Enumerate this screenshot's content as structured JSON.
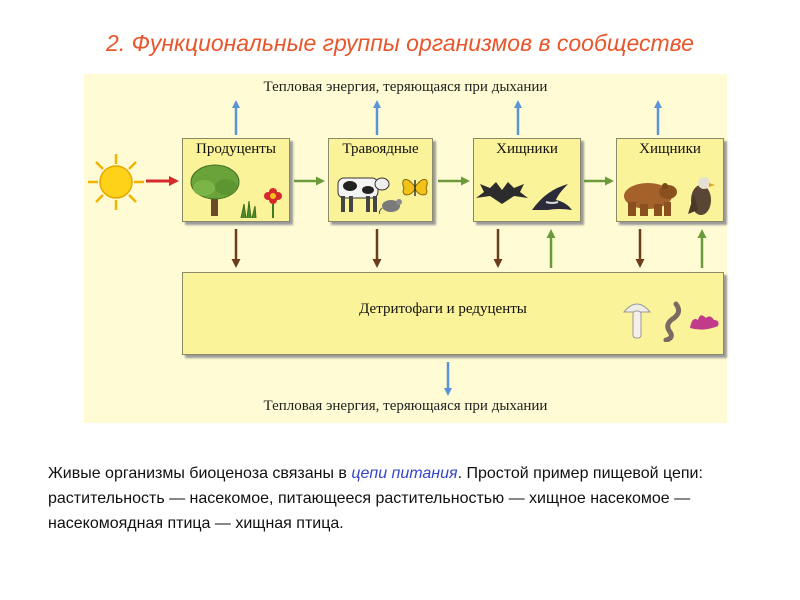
{
  "title": "2. Функциональные группы организмов в сообществе",
  "diagram": {
    "heat_top": "Тепловая энергия, теряющаяся при дыхании",
    "heat_bottom": "Тепловая энергия, теряющаяся при дыхании",
    "boxes": [
      {
        "label": "Продуценты"
      },
      {
        "label": "Травоядные"
      },
      {
        "label": "Хищники"
      },
      {
        "label": "Хищники"
      }
    ],
    "detritivores": {
      "label": "Детритофаги и редуценты"
    },
    "colors": {
      "panel_bg": "#fffcd5",
      "box_bg": "#fbf39a",
      "title": "#e8562a",
      "link": "#3344cc",
      "arrow_energy": "#5b95d8",
      "arrow_flow": "#6a9a3a",
      "arrow_decay": "#6b3d1a",
      "arrow_sun": "#d42a2a"
    },
    "icons": [
      "sun-icon",
      "tree-icon",
      "grass-icon",
      "flower-icon",
      "cow-icon",
      "mouse-icon",
      "butterfly-icon",
      "bat-icon",
      "bird-icon",
      "bear-icon",
      "eagle-icon",
      "mushroom-icon",
      "worm-icon",
      "fungi-icon"
    ]
  },
  "caption": {
    "before": "Живые организмы биоценоза связаны в ",
    "link": "цепи питания",
    "after": ". Простой пример пищевой цепи: растительность — насекомое, питающееся растительностью — хищное насекомое — насекомоядная птица — хищная птица."
  }
}
